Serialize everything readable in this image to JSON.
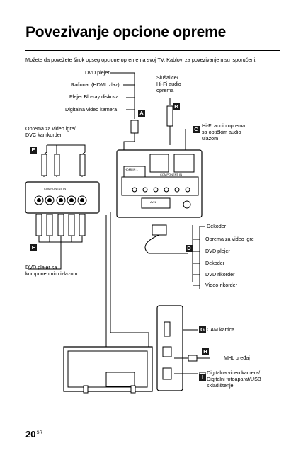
{
  "page": {
    "title": "Povezivanje opcione opreme",
    "intro": "Možete da povežete širok opseg opcione opreme na svoj TV. Kablovi za povezivanje nisu isporučeni.",
    "page_number": "20",
    "page_suffix": "SR"
  },
  "labels": {
    "dvd_player_top": "DVD plejer",
    "computer": "Računar (HDMI izlaz)",
    "bluray": "Plejer Blu-ray diskova",
    "camera": "Digitalna video kamera",
    "headphones_l1": "Slušalice/",
    "headphones_l2": "Hi-Fi audio",
    "headphones_l3": "oprema",
    "hifi_l1": "Hi-Fi audio oprema",
    "hifi_l2": "sa optičkim audio",
    "hifi_l3": "ulazom",
    "console_l1": "Oprema za video igre/",
    "console_l2": "DVC kamkorder",
    "dvd_component_l1": "DVD plejer sa",
    "dvd_component_l2": "komponentnim izlazom",
    "scart_list": [
      "Dekoder",
      "Oprema za video igre",
      "DVD plejer",
      "Dekoder",
      "DVD rikorder",
      "Video-rikorder"
    ],
    "cam": "CAM kartica",
    "mhl": "MHL uređaj",
    "usb_l1": "Digitalna video kamera/",
    "usb_l2": "Digitalni fotoaparat/USB",
    "usb_l3": "skladištenje"
  },
  "tags": {
    "a": "A",
    "b": "B",
    "c": "C",
    "d": "D",
    "e": "E",
    "f": "F",
    "g": "G",
    "h": "H",
    "i": "I"
  },
  "panel": {
    "hdmi": "HDMI IN 1",
    "component": "COMPONENT IN",
    "scart": "AV 1",
    "component_side": "COMPONENT IN"
  }
}
